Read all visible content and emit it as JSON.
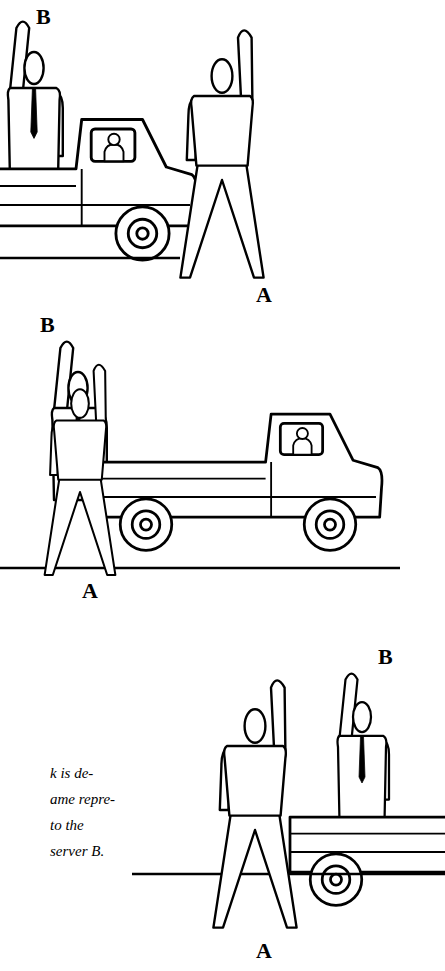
{
  "diagram": {
    "labels": [
      "B",
      "A",
      "B",
      "A",
      "B",
      "k is de-",
      "ame repre-",
      "to the",
      "server B.",
      "A"
    ]
  }
}
